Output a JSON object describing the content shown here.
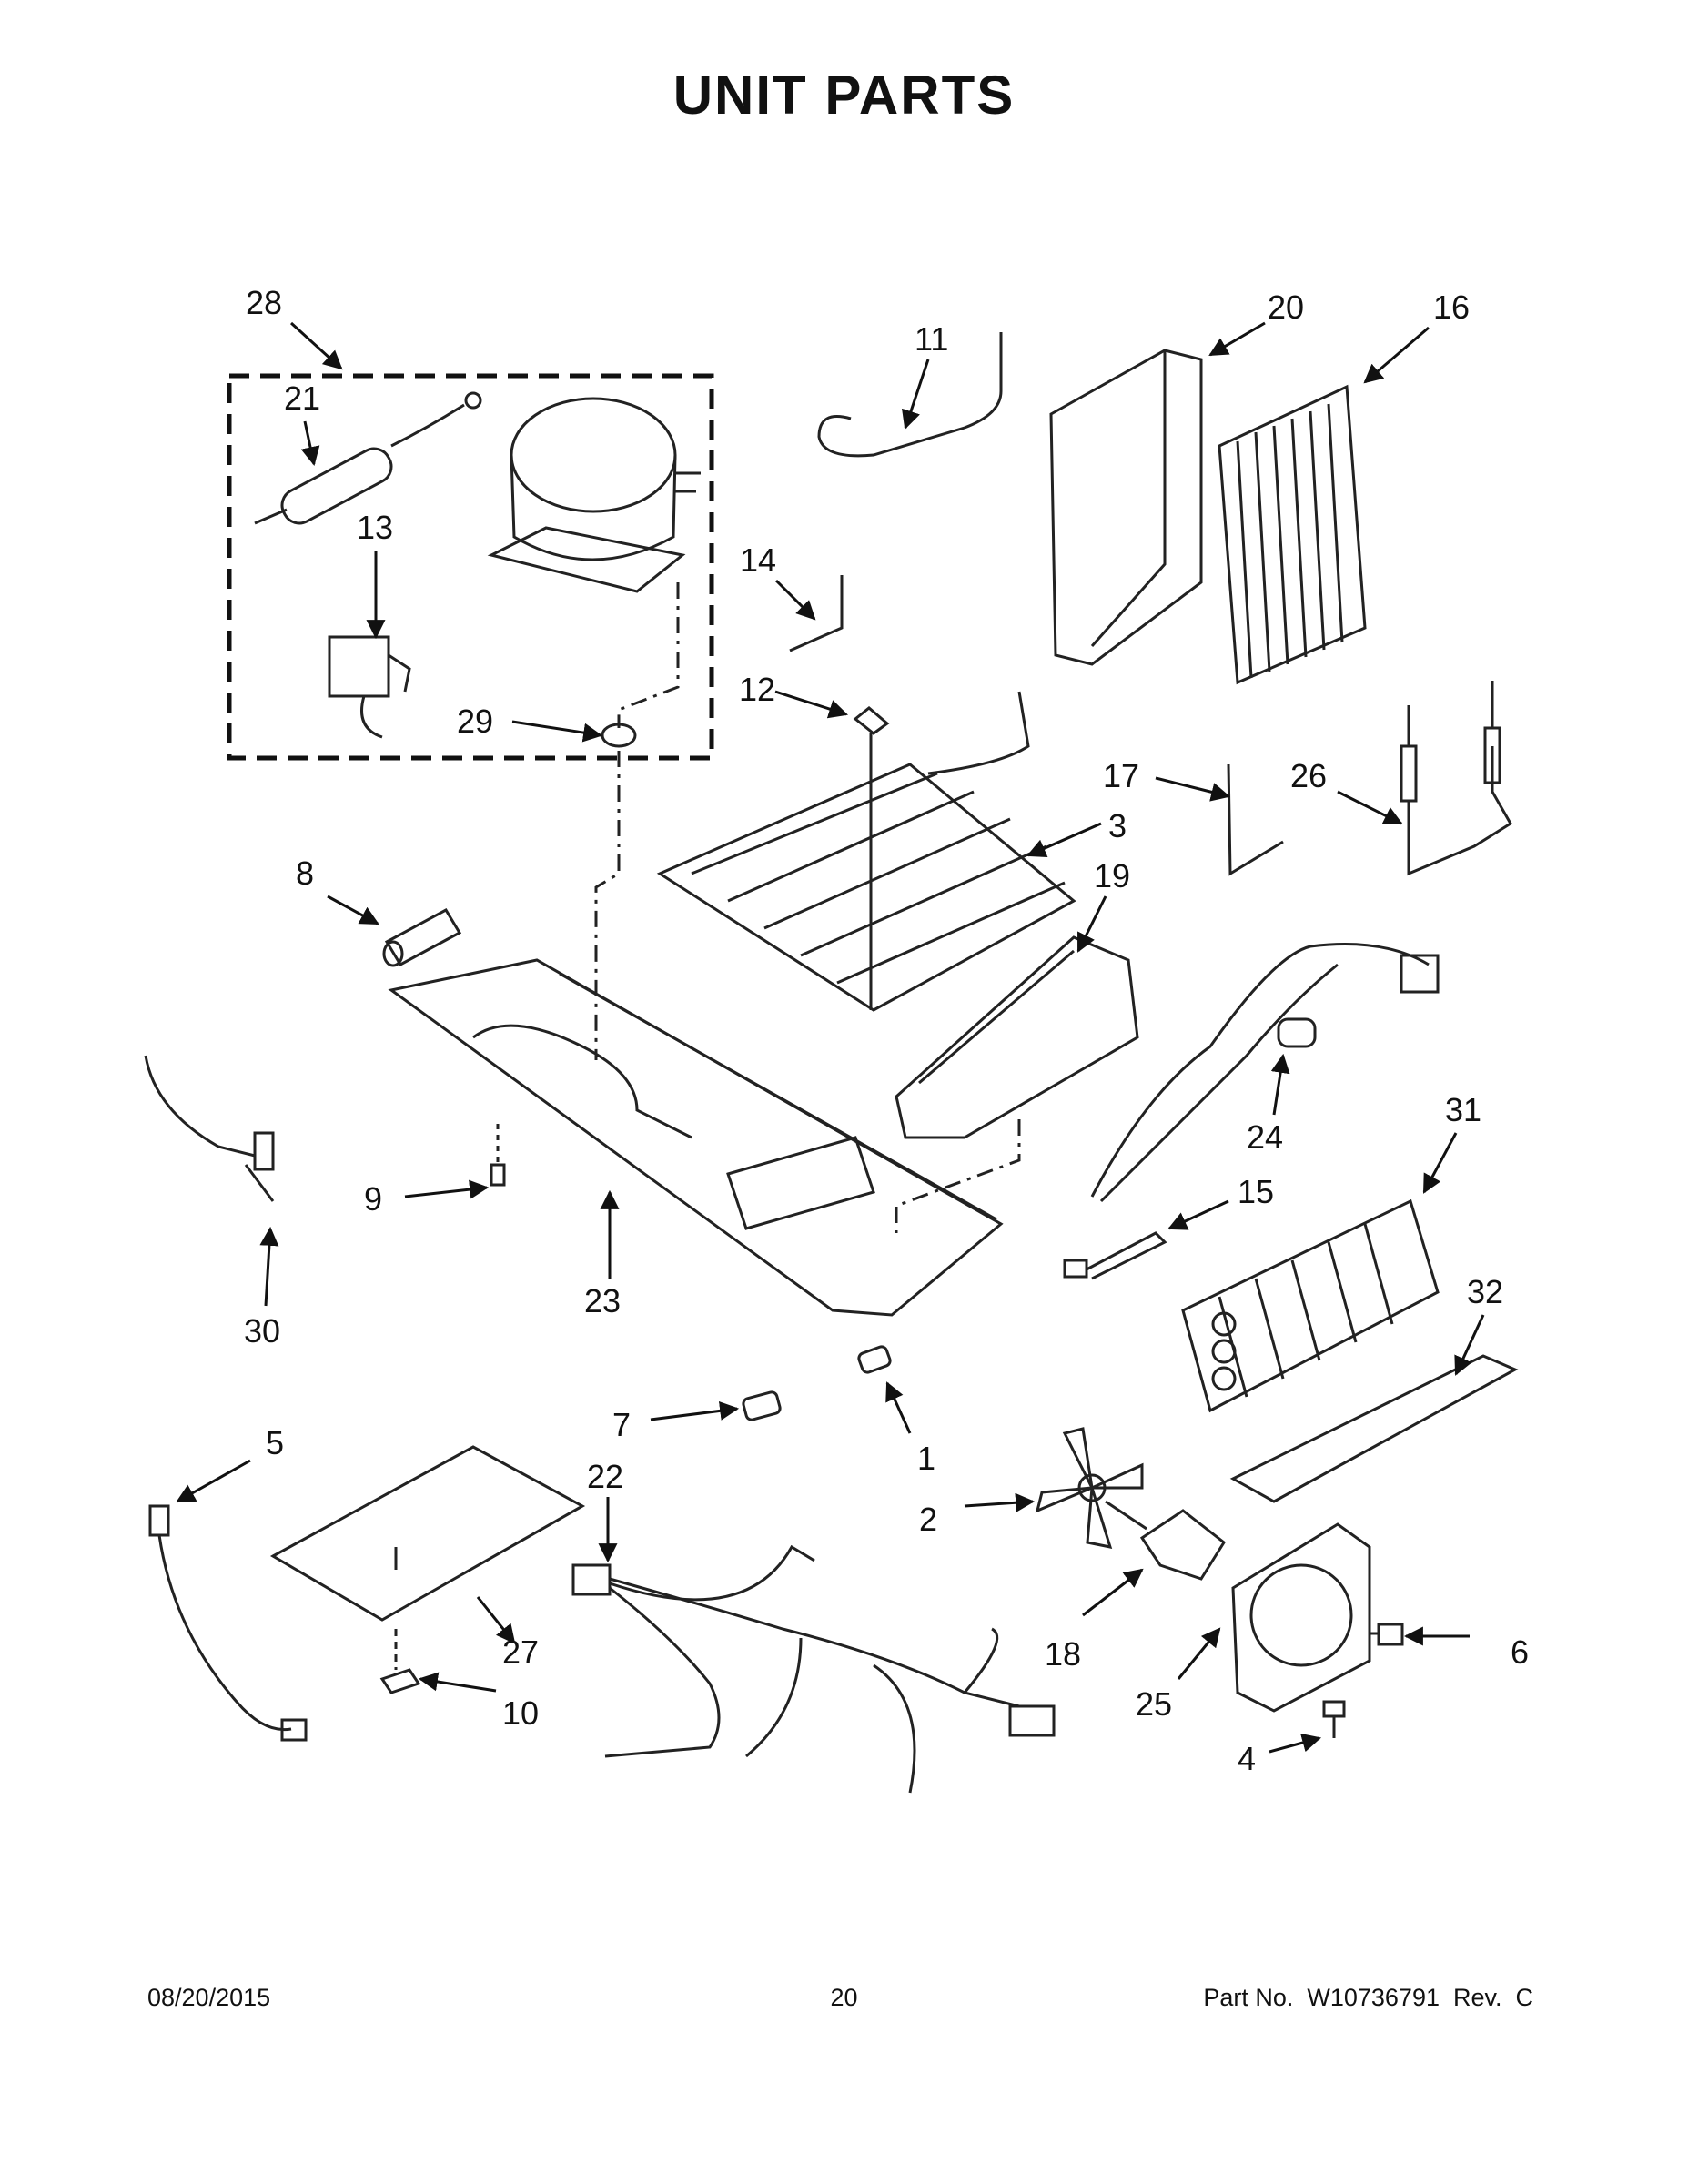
{
  "title": "UNIT PARTS",
  "callouts": [
    "28",
    "21",
    "13",
    "29",
    "11",
    "14",
    "12",
    "20",
    "16",
    "17",
    "26",
    "3",
    "19",
    "8",
    "24",
    "31",
    "15",
    "9",
    "23",
    "30",
    "32",
    "7",
    "1",
    "5",
    "22",
    "2",
    "6",
    "18",
    "25",
    "27",
    "10",
    "4"
  ],
  "footer": {
    "date": "08/20/2015",
    "page": "20",
    "part": "Part No.  W10736791  Rev.  C"
  }
}
